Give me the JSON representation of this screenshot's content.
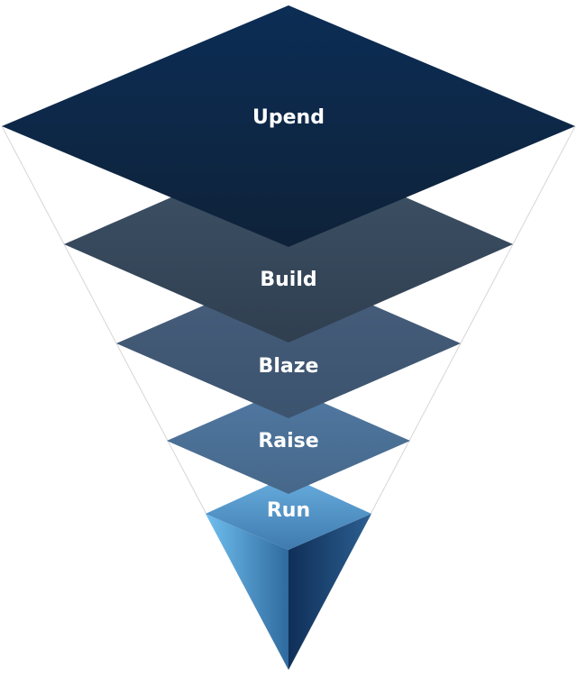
{
  "diagram": {
    "type": "inverted-pyramid",
    "layers": [
      {
        "label": "Upend",
        "color_top": "#0c2d55",
        "color_bottom": "#0e2239"
      },
      {
        "label": "Build",
        "color_top": "#3f5368",
        "color_bottom": "#2f3f50"
      },
      {
        "label": "Blaze",
        "color_top": "#475f7d",
        "color_bottom": "#3c536e"
      },
      {
        "label": "Raise",
        "color_top": "#5079a3",
        "color_bottom": "#466789"
      },
      {
        "label": "Run",
        "color_top": "#68aee0",
        "color_bottom": "#3f7aad"
      }
    ],
    "tip_colors": {
      "left_light": "#70bff0",
      "left_dark": "#2f6a9e",
      "right_dark": "#0f2f58",
      "right_light": "#2c5f91"
    },
    "guide_line_color": "#d6d6d6"
  }
}
